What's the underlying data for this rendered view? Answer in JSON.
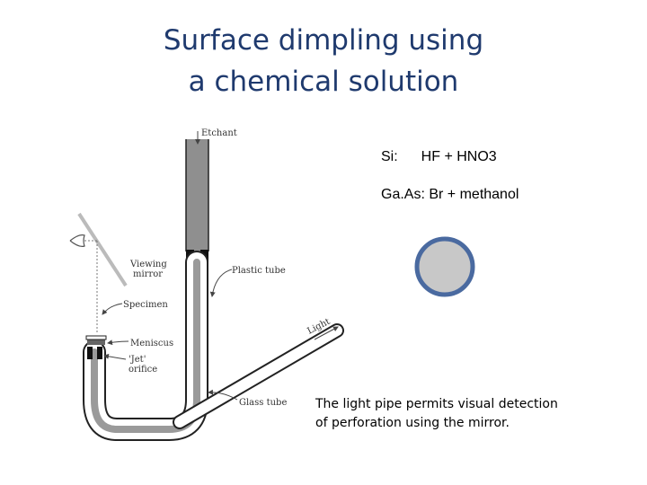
{
  "title": {
    "line1": "Surface dimpling using",
    "line2": "a chemical solution"
  },
  "recipes": {
    "si_label": "Si:",
    "si_value": "HF + HNO3",
    "gaas": "Ga.As: Br + methanol"
  },
  "caption": {
    "line1": "The light pipe permits visual detection",
    "line2": "of perforation using the mirror."
  },
  "diagram_labels": {
    "etchant": "Etchant",
    "viewing_mirror_1": "Viewing",
    "viewing_mirror_2": "mirror",
    "plastic_tube": "Plastic tube",
    "specimen": "Specimen",
    "light": "Light",
    "meniscus": "Meniscus",
    "jet_1": "'Jet'",
    "jet_2": "orifice",
    "glass_tube": "Glass tube"
  },
  "colors": {
    "title": "#1f3a6e",
    "circle_fill": "#c8c8c8",
    "circle_stroke": "#4a6aa0",
    "tube_gray": "#9a9a9a"
  }
}
